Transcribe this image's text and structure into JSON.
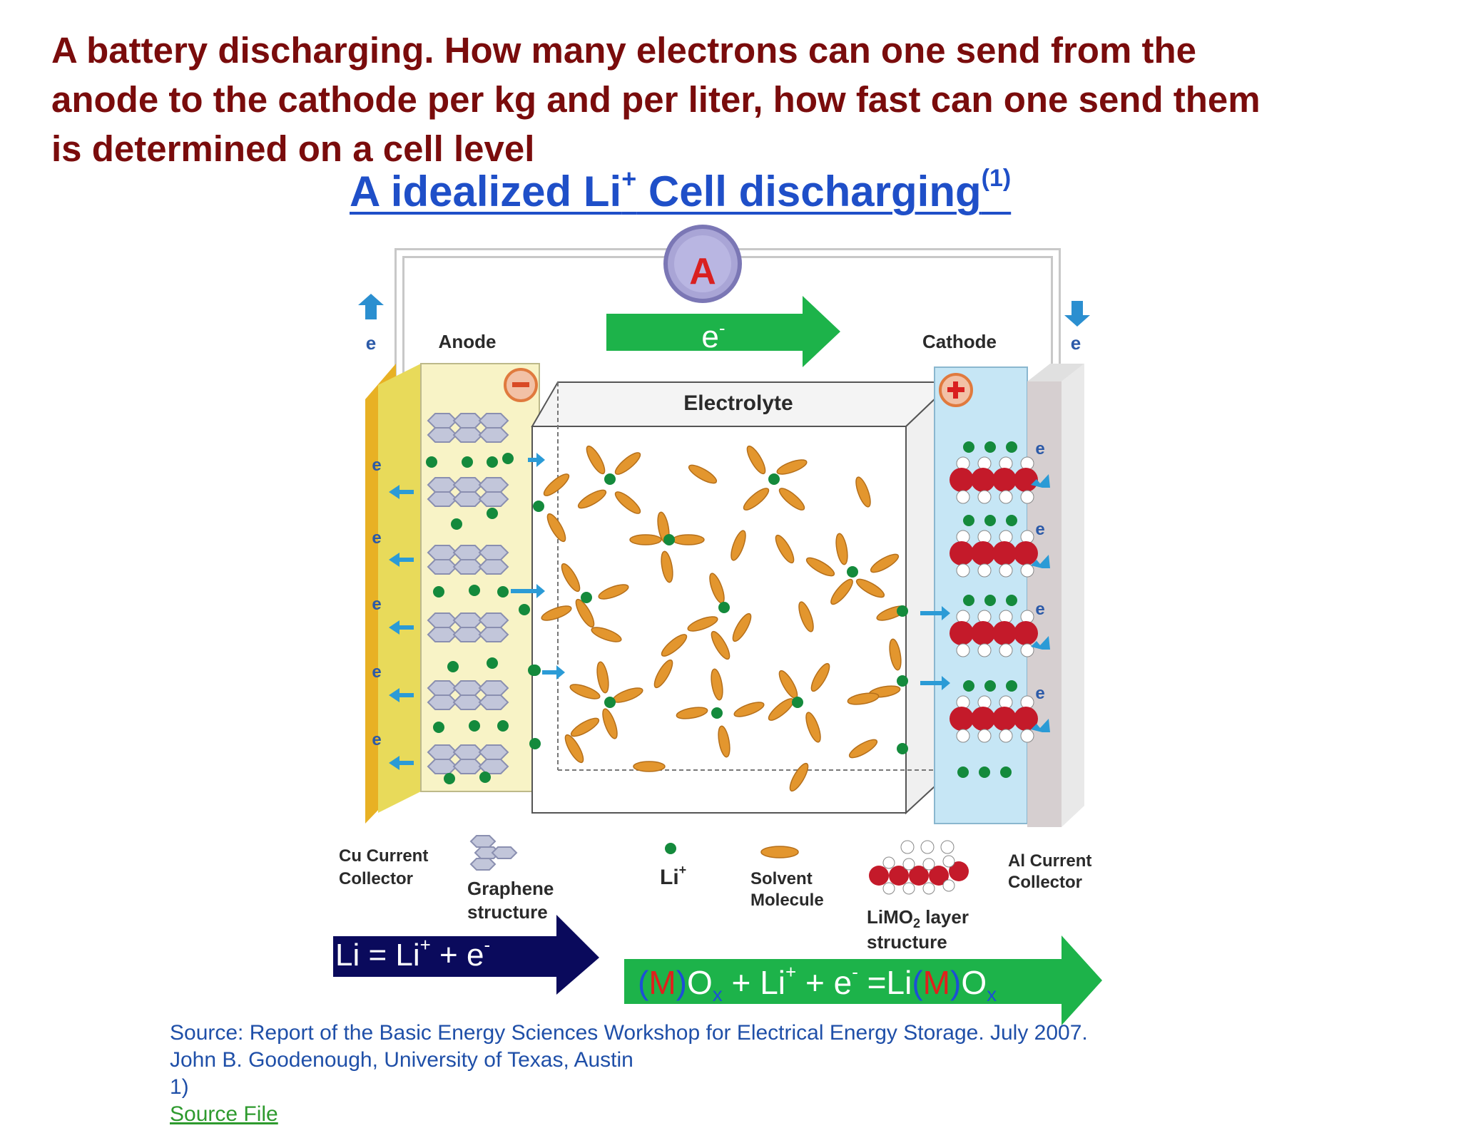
{
  "heading": {
    "line1": "A battery discharging. How many electrons can one send from the",
    "line2": "anode to the cathode per kg and per liter, how fast can one send them",
    "line3": "is determined on a cell level"
  },
  "subtitle": {
    "prefix": "A idealized Li",
    "sup": "+",
    "suffix": " Cell discharging",
    "ref": "(1)"
  },
  "diagram": {
    "ammeter": "A",
    "electron_arrow": "e",
    "electron_arrow_sup": "-",
    "electron_symbol": "e",
    "anode": "Anode",
    "cathode": "Cathode",
    "electrolyte": "Electrolyte",
    "minus": "−",
    "plus": "+",
    "legend": {
      "cu_line1": "Cu Current",
      "cu_line2": "Collector",
      "graphene_line1": "Graphene",
      "graphene_line2": "structure",
      "li_ion": "Li",
      "li_ion_sup": "+",
      "solvent_line1": "Solvent",
      "solvent_line2": "Molecule",
      "limo_line1": "LiMO",
      "limo_sub": "2",
      "limo_line1_end": " layer",
      "limo_line2": "structure",
      "al_line1": "Al Current",
      "al_line2": "Collector"
    },
    "colors": {
      "green_arrow": "#1db34a",
      "navy_arrow": "#0a0a5c",
      "anode_fill": "#f8f3c6",
      "cathode_fill": "#c6e6f5",
      "solvent": "#e3962e",
      "li_ion": "#148a3c",
      "oxygen": "#c41a2a"
    }
  },
  "equations": {
    "anode_eq": {
      "a": "Li = Li",
      "sup1": "+",
      "b": " + e",
      "sup2": "-"
    },
    "cathode_eq": {
      "p1": "(",
      "m1": "M",
      "p2": ")",
      "o1": "O",
      "x1": "x",
      "mid": " + Li",
      "sup1": "+",
      "mid2": " + e",
      "sup2": "-",
      "eq": " =Li",
      "p3": "(",
      "m2": "M",
      "p4": ")",
      "o2": "O",
      "x2": "x"
    }
  },
  "source": {
    "line1": "Source: Report of the Basic Energy Sciences Workshop for Electrical Energy Storage. July 2007.",
    "line2": "John B. Goodenough, University of Texas, Austin",
    "line3_prefix": "1) ",
    "link": "Source File"
  }
}
